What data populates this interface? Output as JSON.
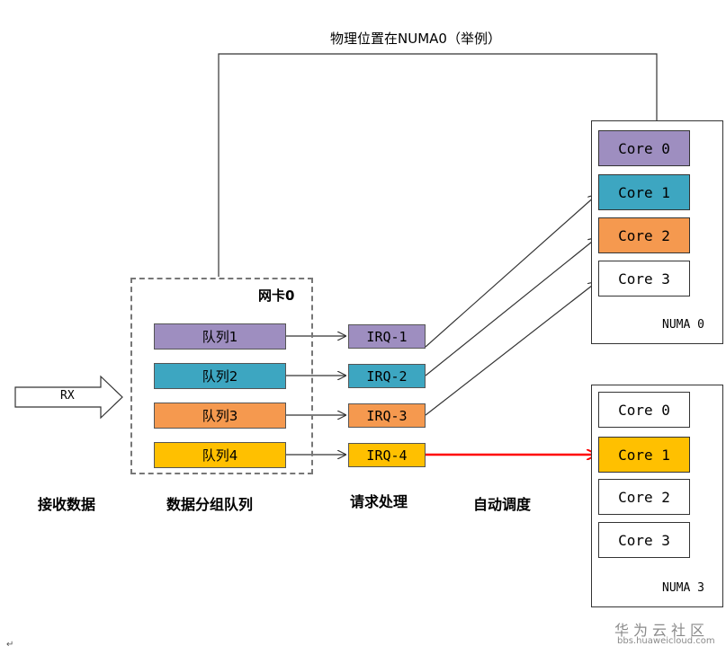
{
  "top_label": "物理位置在NUMA0（举例）",
  "rx": {
    "label": "RX"
  },
  "nic": {
    "label": "网卡0",
    "queues": [
      {
        "label": "队列1",
        "color": "#9e8ec0"
      },
      {
        "label": "队列2",
        "color": "#3da6c1"
      },
      {
        "label": "队列3",
        "color": "#f5994f"
      },
      {
        "label": "队列4",
        "color": "#ffc000"
      }
    ]
  },
  "irqs": [
    {
      "label": "IRQ-1",
      "color": "#9e8ec0"
    },
    {
      "label": "IRQ-2",
      "color": "#3da6c1"
    },
    {
      "label": "IRQ-3",
      "color": "#f5994f"
    },
    {
      "label": "IRQ-4",
      "color": "#ffc000"
    }
  ],
  "numa0": {
    "label": "NUMA 0",
    "cores": [
      {
        "label": "Core 0",
        "color": "#9e8ec0"
      },
      {
        "label": "Core 1",
        "color": "#3da6c1"
      },
      {
        "label": "Core 2",
        "color": "#f5994f"
      },
      {
        "label": "Core 3",
        "color": "#ffffff"
      }
    ]
  },
  "numa3": {
    "label": "NUMA 3",
    "cores": [
      {
        "label": "Core 0",
        "color": "#ffffff"
      },
      {
        "label": "Core 1",
        "color": "#ffc000"
      },
      {
        "label": "Core 2",
        "color": "#ffffff"
      },
      {
        "label": "Core 3",
        "color": "#ffffff"
      }
    ]
  },
  "steps": {
    "receive": "接收数据",
    "queue_group": "数据分组队列",
    "request_handle": "请求处理",
    "auto_schedule": "自动调度"
  },
  "watermark": {
    "brand": "华为云社区",
    "url": "bbs.huaweicloud.com"
  },
  "paragraph_mark": "↵",
  "colors": {
    "line": "#333333",
    "highlight_arrow": "#ff0000"
  }
}
